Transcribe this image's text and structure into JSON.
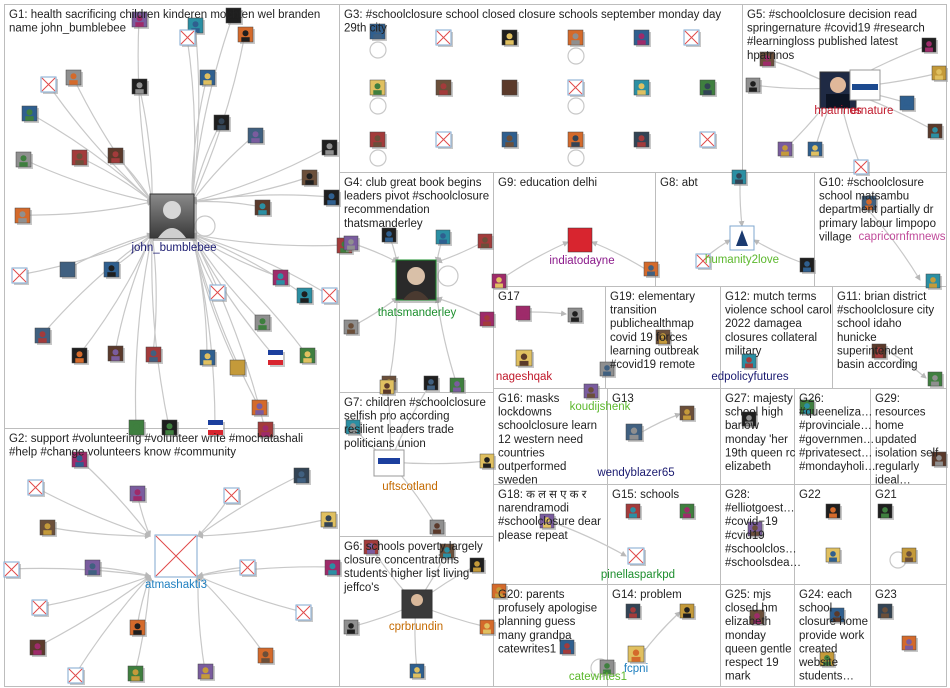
{
  "colors": {
    "box_border": "#bdbdbd",
    "edge": "#c8c8c8",
    "text": "#222222",
    "label_navy": "#1a1a70",
    "label_green": "#1d8f2e",
    "label_red": "#c0182a",
    "label_purple": "#8b1a8b",
    "label_blue": "#1e7fc0",
    "label_orange": "#c46a00",
    "label_pink": "#c04a9a",
    "label_lightgreen": "#5cb82d"
  },
  "groups": [
    {
      "id": "G1",
      "lines": [
        "G1: health sacrificing children kinderen mochten wel branden",
        "name john_bumblebee"
      ]
    },
    {
      "id": "G2",
      "lines": [
        "G2: support #volunteering #volunteer write #mochatashali",
        "#help #change volunteers know #community"
      ]
    },
    {
      "id": "G3",
      "lines": [
        "G3: #schoolclosure school closed closure schools september monday day",
        "29th city"
      ]
    },
    {
      "id": "G4",
      "lines": [
        "G4: club great book begins",
        "leaders pivot #schoolclosure",
        "recommendation",
        "thatsmanderley"
      ]
    },
    {
      "id": "G5",
      "lines": [
        "G5: #schoolclosure decision read",
        "springernature #covid19 #research",
        "#learningloss published latest",
        "hpatrinos"
      ]
    },
    {
      "id": "G6",
      "lines": [
        "G6: schools poverty largely",
        "closure concentrations",
        "students higher list living",
        "jeffco's"
      ]
    },
    {
      "id": "G7",
      "lines": [
        "G7: children #schoolclosure",
        "selfish pro according",
        "resilient leaders trade",
        "politicians union"
      ]
    },
    {
      "id": "G8",
      "lines": [
        "G8: abt"
      ]
    },
    {
      "id": "G9",
      "lines": [
        "G9: education delhi"
      ]
    },
    {
      "id": "G10",
      "lines": [
        "G10: #schoolclosure",
        "school matsambu",
        "department partially dr",
        "primary labour limpopo",
        "village"
      ]
    },
    {
      "id": "G11",
      "lines": [
        "G11: brian district",
        "#schoolclosure city",
        "school idaho",
        "hunicke",
        "superintendent",
        "basin according"
      ]
    },
    {
      "id": "G12",
      "lines": [
        "G12: mutch terms",
        "violence school carol",
        "2022 damagea",
        "closures collateral",
        "military"
      ]
    },
    {
      "id": "G13",
      "lines": [
        "G13"
      ]
    },
    {
      "id": "G14",
      "lines": [
        "G14: problem"
      ]
    },
    {
      "id": "G15",
      "lines": [
        "G15: schools"
      ]
    },
    {
      "id": "G16",
      "lines": [
        "G16: masks",
        "lockdowns",
        "schoolclosure learn",
        "12 western need",
        "countries",
        "outperformed",
        "sweden"
      ]
    },
    {
      "id": "G17",
      "lines": [
        "G17"
      ]
    },
    {
      "id": "G18",
      "lines": [
        "G18: क ल स ए क र",
        "narendramodi",
        "#schoolclosure dear",
        "please repeat"
      ]
    },
    {
      "id": "G19",
      "lines": [
        "G19: elementary",
        "transition",
        "publichealthmap",
        "covid 19 forces",
        "learning outbreak",
        "#covid19 remote"
      ]
    },
    {
      "id": "G20",
      "lines": [
        "G20: parents",
        "profusely apologise",
        "planning guess",
        "many grandpa",
        "catewrites1"
      ]
    },
    {
      "id": "G21",
      "lines": [
        "G21"
      ]
    },
    {
      "id": "G22",
      "lines": [
        "G22"
      ]
    },
    {
      "id": "G23",
      "lines": [
        "G23"
      ]
    },
    {
      "id": "G24",
      "lines": [
        "G24: each",
        "school",
        "closure home",
        "provide work",
        "created",
        "website",
        "students…"
      ]
    },
    {
      "id": "G25",
      "lines": [
        "G25: mjs",
        "closed hm",
        "elizabeth",
        "monday",
        "queen gentle",
        "respect 19",
        "mark"
      ]
    },
    {
      "id": "G26",
      "lines": [
        "G26:",
        "#queeneliza…",
        "#provinciale…",
        "#governmen…",
        "#privatesect…",
        "#mondayholi…"
      ]
    },
    {
      "id": "G27",
      "lines": [
        "G27: majesty",
        "school high",
        "barlow",
        "monday 'her",
        "19th queen rc",
        "elizabeth"
      ]
    },
    {
      "id": "G28",
      "lines": [
        "G28:",
        "#elliotgoest…",
        "#covid−19",
        "#cvid19",
        "#schoolclos…",
        "#schoolsdea…"
      ]
    },
    {
      "id": "G29",
      "lines": [
        "G29:",
        "resources",
        "home",
        "updated",
        "isolation self",
        "regularly",
        "ideal…"
      ]
    }
  ],
  "hubs": [
    {
      "id": "john",
      "label": "john_bumblebee",
      "color": "#1a1a70",
      "icon": "person-photo-icon"
    },
    {
      "id": "atma",
      "label": "atmashakti3",
      "color": "#1e7fc0",
      "icon": "missing-image-icon"
    },
    {
      "id": "manderley",
      "label": "thatsmanderley",
      "color": "#1d8f2e",
      "icon": "person-photo-icon"
    },
    {
      "id": "hpatrinos",
      "label": "hpatrinos",
      "color": "#c0182a",
      "icon": "person-photo-icon"
    },
    {
      "id": "ernature",
      "label": "ernature",
      "color": "#c0182a",
      "icon": "springer-nature-logo-icon"
    },
    {
      "id": "cprbrundin",
      "label": "cprbrundin",
      "color": "#c46a00",
      "icon": "person-photo-icon"
    },
    {
      "id": "uftscotland",
      "label": "uftscotland",
      "color": "#c46a00",
      "icon": "logo-icon"
    },
    {
      "id": "indiatodayne",
      "label": "indiatodayne",
      "color": "#8b1a8b",
      "icon": "ne-logo-icon"
    },
    {
      "id": "humanity2love",
      "label": "humanity2love",
      "color": "#5cb82d",
      "icon": "logo-icon"
    },
    {
      "id": "capricornfmnews",
      "label": "capricornfmnews",
      "color": "#c04a9a",
      "icon": "logo-icon"
    },
    {
      "id": "nageshqak",
      "label": "nageshqak",
      "color": "#c0182a",
      "icon": "person-photo-icon"
    },
    {
      "id": "koudijshenk",
      "label": "koudijshenk",
      "color": "#5cb82d",
      "icon": "person-photo-icon"
    },
    {
      "id": "edpolicyfutures",
      "label": "edpolicyfutures",
      "color": "#1a1a70",
      "icon": "logo-icon"
    },
    {
      "id": "wendyblazer65",
      "label": "wendyblazer65",
      "color": "#1a1a70",
      "icon": "person-photo-icon"
    },
    {
      "id": "pinellasparkpd",
      "label": "pinellasparkpd",
      "color": "#1d8f2e",
      "icon": "missing-image-icon"
    },
    {
      "id": "fcpni",
      "label": "fcpni",
      "color": "#1e7fc0",
      "icon": "logo-icon"
    },
    {
      "id": "catewrites1",
      "label": "catewrites1",
      "color": "#5cb82d",
      "icon": "person-photo-icon"
    }
  ]
}
